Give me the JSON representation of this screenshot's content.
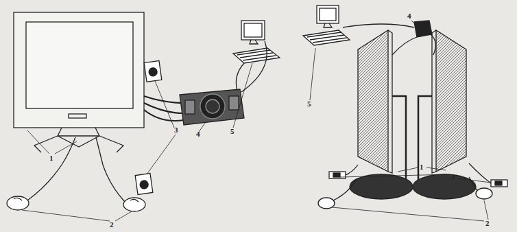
{
  "diagram": {
    "labels": [
      "1",
      "2",
      "3",
      "4",
      "5",
      "4",
      "5",
      "1",
      "3",
      "2"
    ]
  }
}
